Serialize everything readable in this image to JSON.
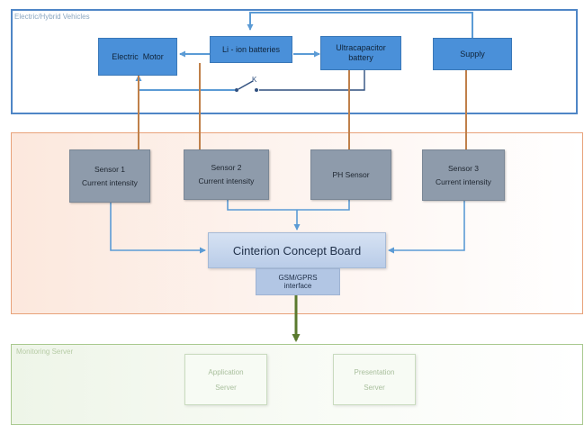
{
  "panels": {
    "vehicles": {
      "label": "Electric/Hybrid Vehicles"
    },
    "monitoring": {
      "label": "Monitoring Server"
    }
  },
  "vehicle_components": {
    "motor": "Electric  Motor",
    "batteries": "Li - ion batteries",
    "ultracap_line1": "Ultracapacitor",
    "ultracap_line2": "battery",
    "supply": "Supply",
    "switch_label": "K"
  },
  "sensors": [
    {
      "line1": "Sensor 1",
      "line2": "Current intensity"
    },
    {
      "line1": "Sensor 2",
      "line2": "Current intensity"
    },
    {
      "line1": "PH Sensor",
      "line2": ""
    },
    {
      "line1": "Sensor 3",
      "line2": "Current intensity"
    }
  ],
  "board": {
    "title": "Cinterion Concept Board",
    "interface_line1": "GSM/GPRS",
    "interface_line2": "interface"
  },
  "servers": [
    {
      "line1": "Application",
      "line2": "Server"
    },
    {
      "line1": "Presentation",
      "line2": "Server"
    }
  ],
  "colors": {
    "vehicle_border": "#4f86c6",
    "sensor_border": "#e8a27a",
    "monitor_border": "#a9c98f",
    "blue_connector": "#5b9bd5",
    "orange_connector": "#c0804a",
    "green_arrow": "#5a7a2e",
    "dark_blue_line": "#2f4f7f"
  }
}
